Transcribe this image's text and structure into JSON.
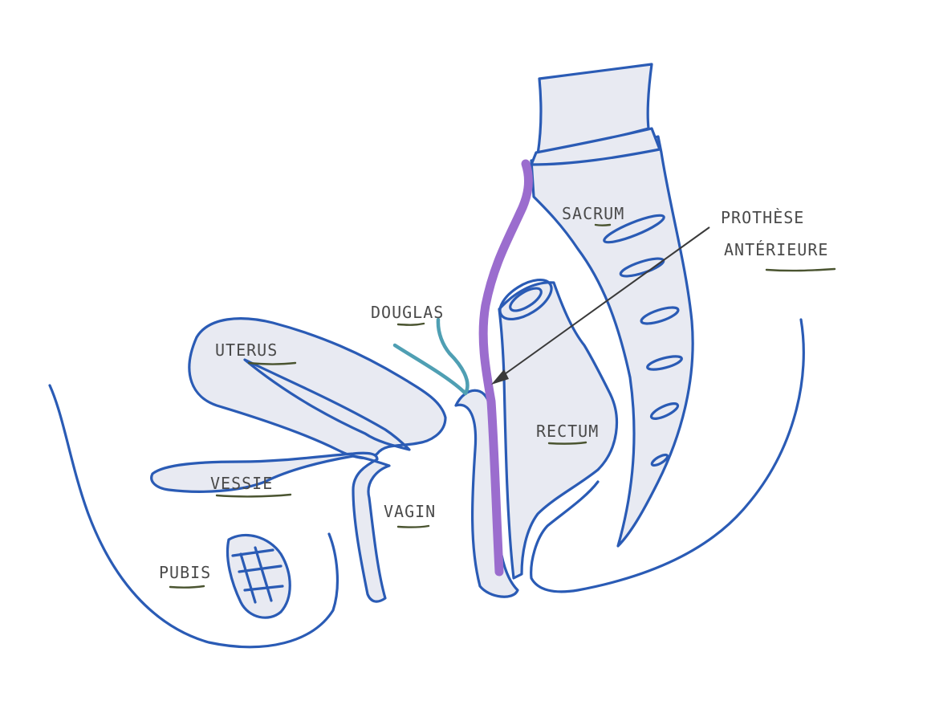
{
  "colors": {
    "outline": "#2a5bb5",
    "fill": "#e8eaf2",
    "prosthesis": "#9b6dce",
    "douglas": "#4f9fb3",
    "rectum_lumen": "#e89aa6",
    "label_text": "#4a4a4a",
    "underline": "#4a5430",
    "arrow": "#3a3a3a"
  },
  "labels": {
    "sacrum": "SACRUM",
    "prosthese_line1": "PROTHÈSE",
    "prosthese_line2": "ANTÉRIEURE",
    "douglas": "DOUGLAS",
    "uterus": "UTERUS",
    "rectum": "RECTUM",
    "vessie": "VESSIE",
    "vagin": "VAGIN",
    "pubis": "PUBIS"
  }
}
